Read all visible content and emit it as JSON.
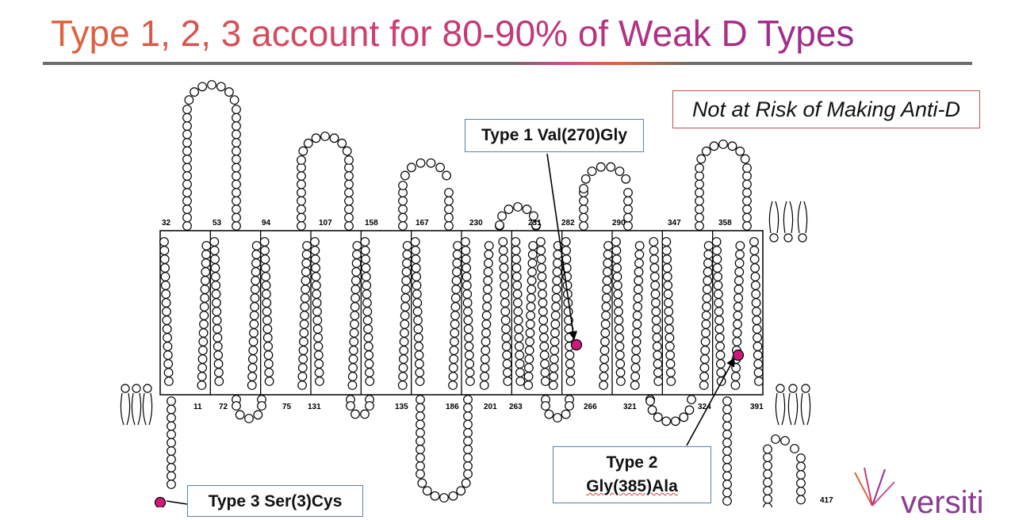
{
  "title": "Type 1, 2, 3 account for 80-90% of Weak D Types",
  "risk_box": "Not at Risk of Making Anti-D",
  "callouts": {
    "type1": "Type 1 Val(270)Gly",
    "type2_line1": "Type 2",
    "type2_line2": "Gly(385)Ala",
    "type3": "Type 3 Ser(3)Cys"
  },
  "top_numbers": [
    "32",
    "53",
    "94",
    "107",
    "158",
    "167",
    "230",
    "231",
    "282",
    "290",
    "347",
    "358"
  ],
  "bottom_numbers": [
    "11",
    "72",
    "75",
    "131",
    "135",
    "186",
    "201",
    "263",
    "266",
    "321",
    "324",
    "391"
  ],
  "end_number": "417",
  "logo_text": "versiti",
  "colors": {
    "mutation": "#d0187c",
    "title_start": "#e0653a",
    "title_end": "#9a2a8e",
    "risk_border": "#c0504d",
    "callout_border": "#5b7fa6"
  }
}
